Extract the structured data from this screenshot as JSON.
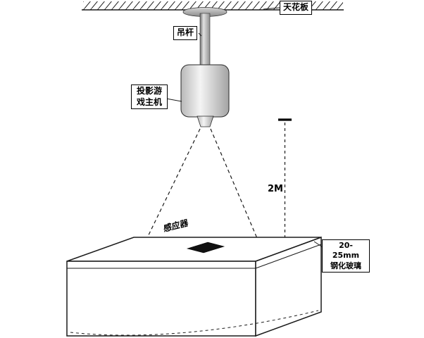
{
  "labels": {
    "ceiling": "天花板",
    "rod": "吊杆",
    "projector": "投影游\n戏主机",
    "sensor": "感应器",
    "dimension": "2M",
    "glass": "20-25mm\n钢化玻璃"
  },
  "colors": {
    "line": "#1a1a1a",
    "metal_dark": "#8a8a8a",
    "metal_light": "#efefef",
    "sensor_fill": "#111111",
    "background": "#ffffff"
  }
}
